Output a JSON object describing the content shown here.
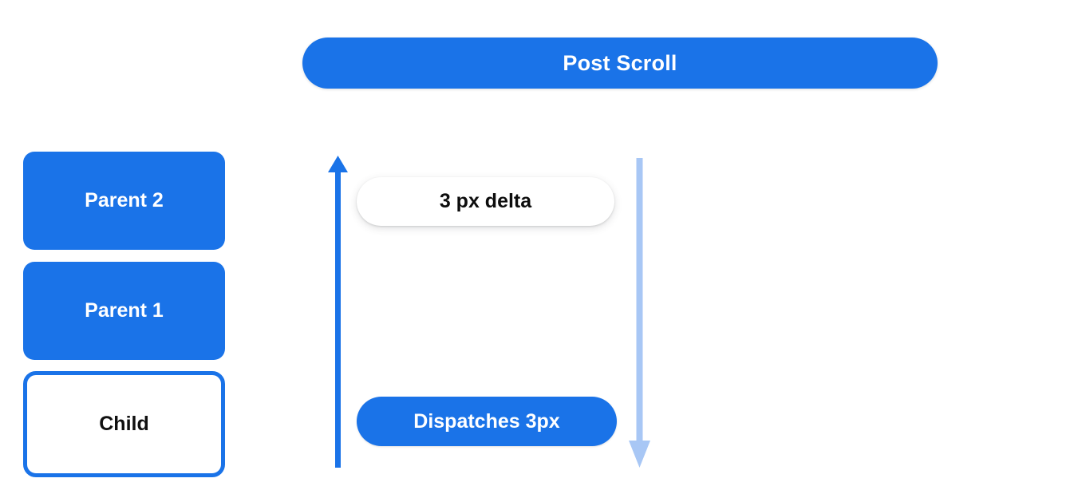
{
  "diagram": {
    "title_bar": {
      "label": "Post Scroll"
    },
    "stack": [
      {
        "id": "parent-2",
        "label": "Parent 2",
        "style": "filled",
        "fill": "#1a73e8",
        "text_color": "#ffffff"
      },
      {
        "id": "parent-1",
        "label": "Parent 1",
        "style": "filled",
        "fill": "#1a73e8",
        "text_color": "#ffffff"
      },
      {
        "id": "child",
        "label": "Child",
        "style": "outlined",
        "fill": "#ffffff",
        "border": "#1a73e8",
        "text_color": "#101010"
      }
    ],
    "annotations": [
      {
        "id": "delta-pill",
        "label": "3 px delta",
        "style": "white-pill",
        "fill": "#ffffff",
        "text_color": "#0d0d0d"
      },
      {
        "id": "dispatch-pill",
        "label": "Dispatches 3px",
        "style": "blue-pill",
        "fill": "#1a73e8",
        "text_color": "#ffffff"
      }
    ],
    "arrows": [
      {
        "id": "scroll-up-arrow",
        "direction": "up",
        "color": "#1a73e8",
        "icon": "arrow-up-icon"
      },
      {
        "id": "scroll-down-arrow",
        "direction": "down",
        "color": "#a8c7f5",
        "icon": "arrow-down-icon"
      }
    ],
    "colors": {
      "brand_blue": "#1a73e8",
      "light_blue": "#a8c7f5",
      "background": "#ffffff",
      "text_dark": "#0d0d0d"
    }
  }
}
